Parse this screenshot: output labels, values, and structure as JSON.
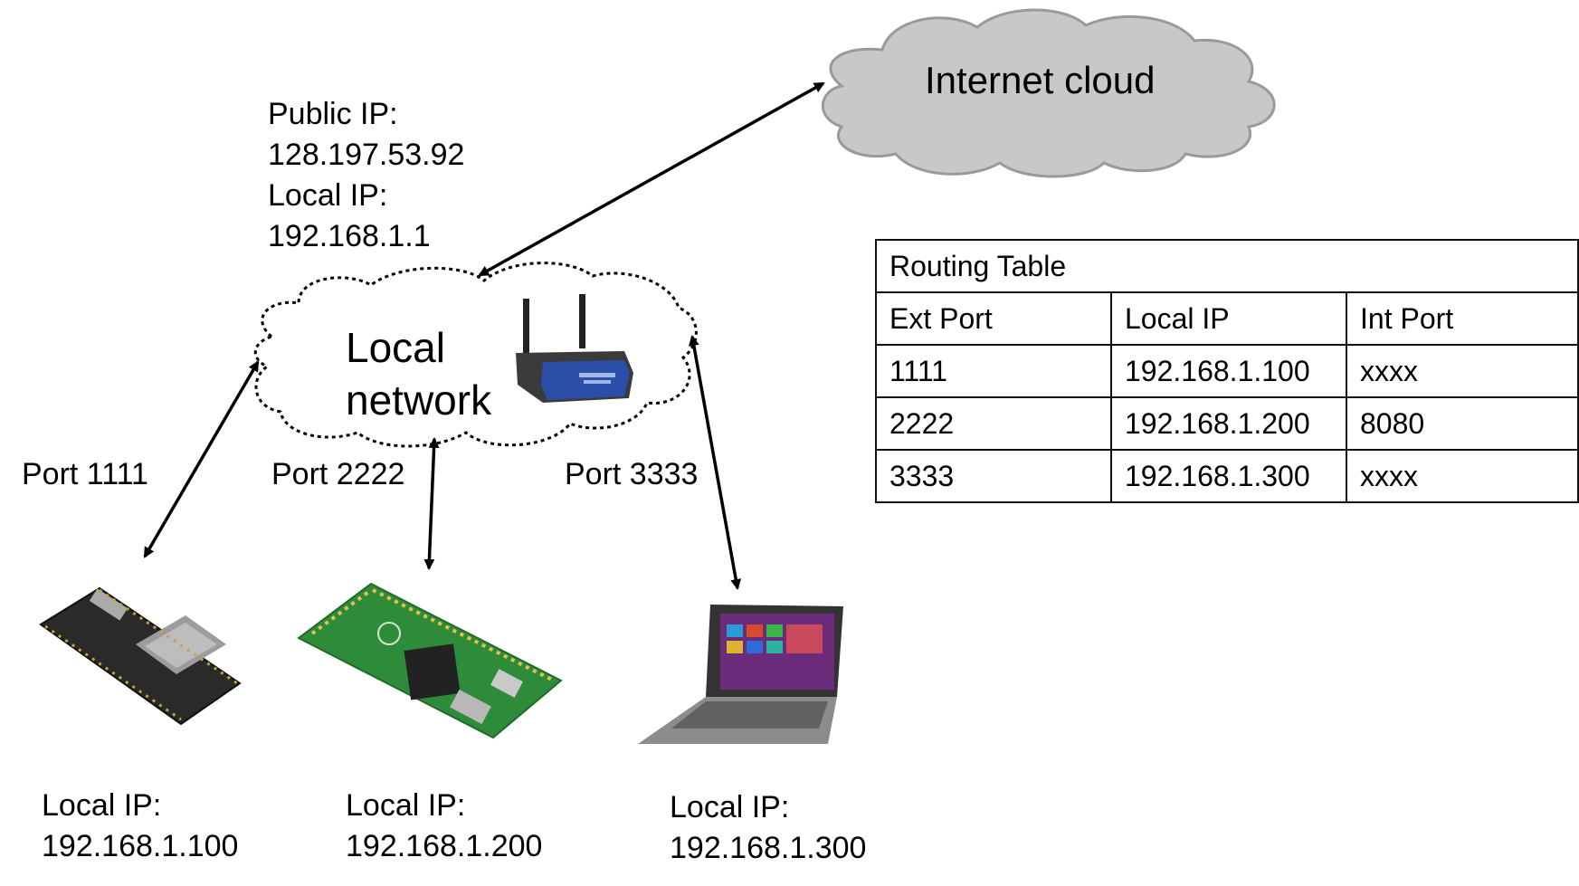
{
  "router": {
    "public_ip_label": "Public IP:",
    "public_ip": "128.197.53.92",
    "local_ip_label": "Local IP:",
    "local_ip": "192.168.1.1"
  },
  "internet_cloud": {
    "label": "Internet cloud"
  },
  "local_network": {
    "line1": "Local",
    "line2": "network"
  },
  "ports": [
    {
      "label": "Port 1111"
    },
    {
      "label": "Port 2222"
    },
    {
      "label": "Port 3333"
    }
  ],
  "devices": [
    {
      "name": "esp32-board",
      "ip_label": "Local IP:",
      "ip": "192.168.1.100"
    },
    {
      "name": "raspberry-pi-zero",
      "ip_label": "Local IP:",
      "ip": "192.168.1.200"
    },
    {
      "name": "laptop",
      "ip_label": "Local IP:",
      "ip": "192.168.1.300"
    }
  ],
  "routing_table": {
    "title": "Routing Table",
    "headers": [
      "Ext Port",
      "Local IP",
      "Int Port"
    ],
    "rows": [
      [
        "1111",
        "192.168.1.100",
        "xxxx"
      ],
      [
        "2222",
        "192.168.1.200",
        "8080"
      ],
      [
        "3333",
        "192.168.1.300",
        "xxxx"
      ]
    ]
  },
  "colors": {
    "cloud_fill": "#c8c8c8",
    "cloud_stroke": "#9a9a9a",
    "board_dark": "#2a2a2a",
    "pcb_green": "#2e8b3a",
    "router_blue": "#2b4fa8",
    "arrow": "#000000"
  }
}
